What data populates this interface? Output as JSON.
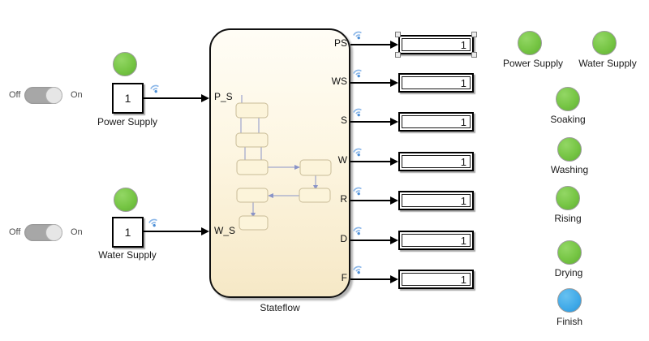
{
  "app": {
    "type": "simulink-model-canvas"
  },
  "toggles": [
    {
      "off_label": "Off",
      "on_label": "On",
      "position": "on"
    },
    {
      "off_label": "Off",
      "on_label": "On",
      "position": "on"
    }
  ],
  "sources": [
    {
      "label": "Power Supply",
      "value": "1"
    },
    {
      "label": "Water Supply",
      "value": "1"
    }
  ],
  "chart": {
    "label": "Stateflow",
    "input_ports": [
      "P_S",
      "W_S"
    ],
    "output_ports": [
      "PS",
      "WS",
      "S",
      "W",
      "R",
      "D",
      "F"
    ]
  },
  "displays": [
    {
      "port": "PS",
      "value": "1",
      "selected": true
    },
    {
      "port": "WS",
      "value": "1",
      "selected": false
    },
    {
      "port": "S",
      "value": "1",
      "selected": false
    },
    {
      "port": "W",
      "value": "1",
      "selected": false
    },
    {
      "port": "R",
      "value": "1",
      "selected": false
    },
    {
      "port": "D",
      "value": "1",
      "selected": false
    },
    {
      "port": "F",
      "value": "1",
      "selected": false
    }
  ],
  "lamps": {
    "source_lamps": [
      {
        "color": "green"
      },
      {
        "color": "green"
      }
    ],
    "status_top": [
      {
        "label": "Power Supply",
        "color": "green"
      },
      {
        "label": "Water Supply",
        "color": "green"
      }
    ],
    "status_column": [
      {
        "label": "Soaking",
        "color": "green"
      },
      {
        "label": "Washing",
        "color": "green"
      },
      {
        "label": "Rising",
        "color": "green"
      },
      {
        "label": "Drying",
        "color": "green"
      },
      {
        "label": "Finish",
        "color": "blue"
      }
    ]
  },
  "colors": {
    "lamp_green": "#76C544",
    "lamp_blue": "#3FA9E8",
    "chart_fill_top": "#FFFDF6",
    "chart_fill_bottom": "#F6E8C6",
    "mini_state_line": "#8A94C8",
    "wireless_blue": "#8AB6E8",
    "wire": "#000000"
  }
}
